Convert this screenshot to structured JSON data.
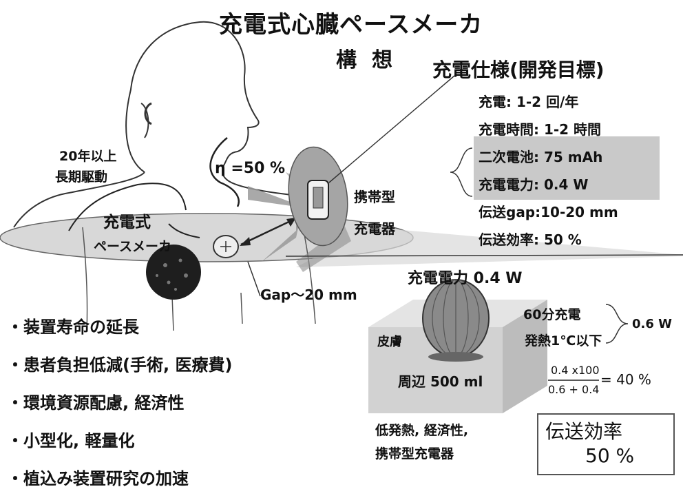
{
  "title": "充電式心臓ペースメーカ",
  "subtitle": "構想",
  "spec": {
    "title": "充電仕様(開発目標)",
    "items": [
      "充電: 1-2 回/年",
      "充電時間: 1-2 時間",
      "二次電池: 75 mAh",
      "充電電力: 0.4 W",
      "伝送gap:10-20 mm",
      "伝送効率: 50 %"
    ]
  },
  "labels": {
    "long_term": [
      "20年以上",
      "長期駆動"
    ],
    "efficiency": "η =50 %",
    "charger": [
      "携帯型",
      "充電器"
    ],
    "pacemaker": [
      "充電式",
      "ペースメーカ"
    ],
    "gap": "Gap～20 mm"
  },
  "bullets": [
    "・装置寿命の延長",
    "・患者負担低減(手術, 医療費)",
    "・環境資源配慮, 経済性",
    "・小型化, 軽量化",
    "・植込み装置研究の加速"
  ],
  "heat": {
    "power": "充電電力 0.4 W",
    "charge_time": "60分充電",
    "heat_rise": "発熱1℃以下",
    "skin": "皮膚",
    "volume": "周辺 500 ml",
    "total": "0.6 W",
    "formula_num": "0.4 x100",
    "formula_den": "0.6 + 0.4",
    "formula_result": "= 40 %",
    "benefits": [
      "低発熱, 経済性,",
      "携帯型充電器"
    ]
  },
  "box": {
    "title": "伝送効率",
    "value": "50 %"
  },
  "colors": {
    "gray_arrow": "#9a9a9a",
    "ellipse": "#d8d8d8",
    "shade": "#c9c9c9"
  }
}
